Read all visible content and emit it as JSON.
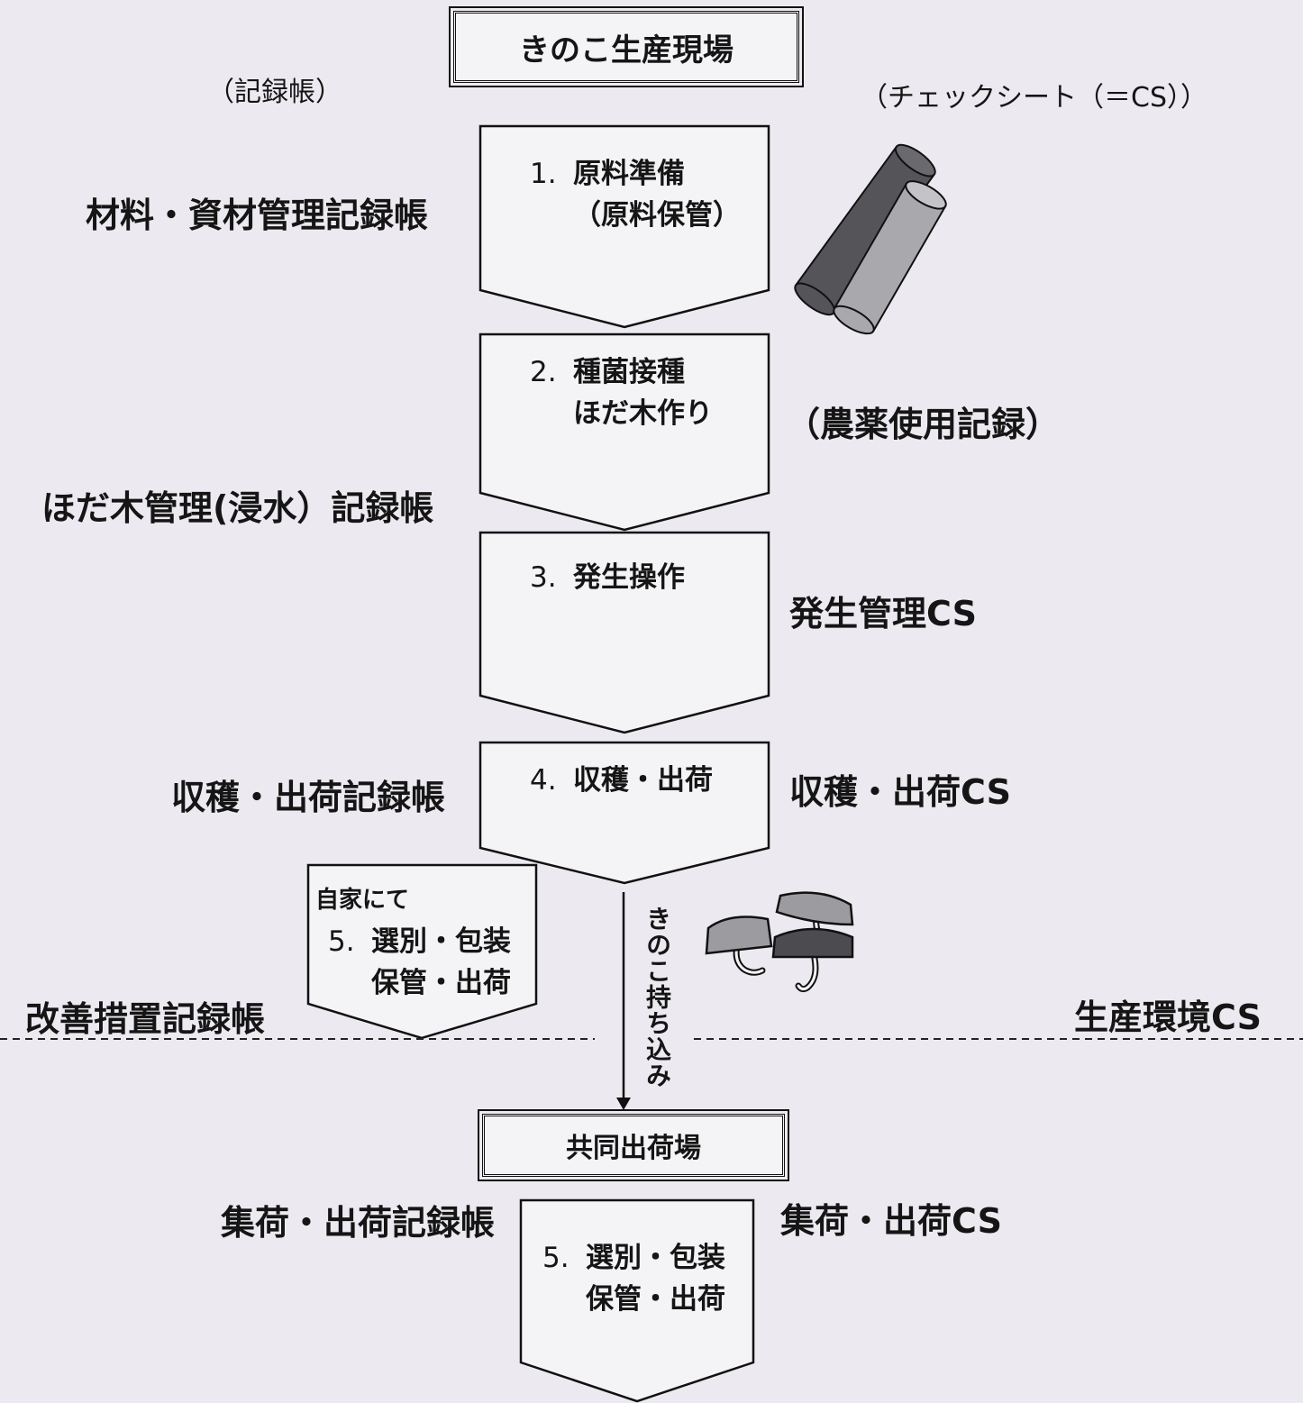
{
  "header": {
    "site_title": "きのこ生産現場",
    "left_column_heading": "（記録帳）",
    "right_column_heading": "（チェックシート（＝CS））"
  },
  "steps": [
    {
      "num": "1.",
      "line1": "原料準備",
      "line2": "（原料保管）"
    },
    {
      "num": "2.",
      "line1": "種菌接種",
      "line2": "ほだ木作り"
    },
    {
      "num": "3.",
      "line1": "発生操作",
      "line2": ""
    },
    {
      "num": "4.",
      "line1": "収穫・出荷",
      "line2": ""
    }
  ],
  "home_step": {
    "note": "自家にて",
    "num": "5.",
    "line1": "選別・包装",
    "line2": "保管・出荷"
  },
  "records": {
    "materials": "材料・資材管理記録帳",
    "log_management": "ほだ木管理(浸水）記録帳",
    "harvest_shipping": "収穫・出荷記録帳",
    "improvement": "改善措置記録帳",
    "collection_shipping": "集荷・出荷記録帳"
  },
  "checksheets": {
    "pesticide": "（農薬使用記録）",
    "fruiting": "発生管理CS",
    "harvest_shipping": "収穫・出荷CS",
    "production_env": "生産環境CS",
    "collection_shipping": "集荷・出荷CS"
  },
  "transfer_label": "きのこ持ち込み",
  "shared_site_title": "共同出荷場",
  "shared_step": {
    "num": "5.",
    "line1": "選別・包装",
    "line2": "保管・出荷"
  },
  "icons": [
    "log-icon",
    "mushroom-icon"
  ],
  "colors": {
    "background": "#eceaf0",
    "line": "#111111",
    "log_dark": "#555559",
    "log_light": "#a9a9ad",
    "mushroom_cap_light": "#9c9ca0",
    "mushroom_cap_dark": "#4c4c50"
  }
}
